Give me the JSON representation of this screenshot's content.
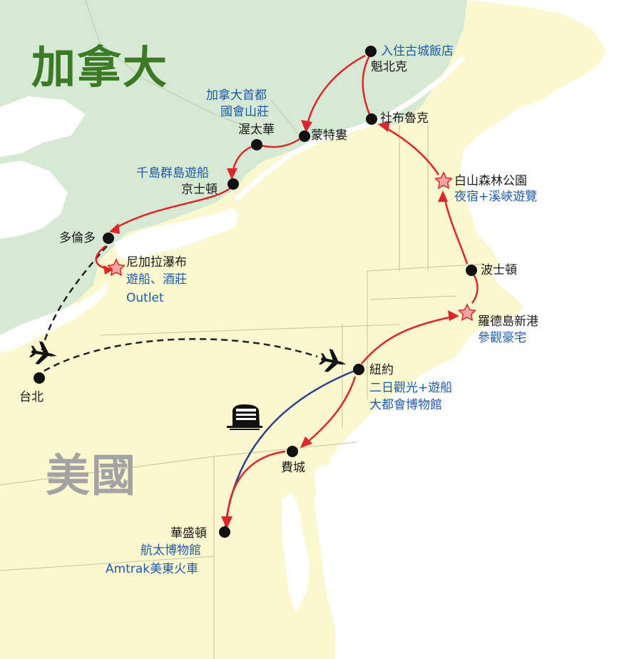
{
  "countries": {
    "canada": "加拿大",
    "usa": "美國"
  },
  "stops": {
    "quebec": {
      "name": "魁北克",
      "note": "入住古城飯店"
    },
    "sherbrooke": {
      "name": "社布魯克"
    },
    "white_mountain": {
      "name": "白山森林公園",
      "note": "夜宿+溪峽遊覽"
    },
    "ottawa": {
      "name": "渥太華",
      "note_line1": "加拿大首都",
      "note_line2": "國會山莊"
    },
    "montreal": {
      "name": "蒙特婁"
    },
    "kingston": {
      "name": "京士頓",
      "note": "千島群島遊船"
    },
    "toronto": {
      "name": "多倫多"
    },
    "niagara": {
      "name": "尼加拉瀑布",
      "note_line1": "遊船、酒莊",
      "note_line2": "Outlet"
    },
    "boston": {
      "name": "波士頓"
    },
    "newport": {
      "name": "羅德島新港",
      "note": "參觀豪宅"
    },
    "new_york": {
      "name": "紐約",
      "note_line1": "二日觀光+遊船",
      "note_line2": "大都會博物館"
    },
    "philadelphia": {
      "name": "費城"
    },
    "washington": {
      "name": "華盛頓",
      "note_line1": "航太博物館",
      "note_line2": "Amtrak美東火車"
    },
    "taipei": {
      "name": "台北"
    }
  },
  "colors": {
    "canada_land": "#d6ead3",
    "usa_land": "#fbf7cf",
    "water": "#ffffff",
    "route_red": "#e0242a",
    "train_route": "#2b3f8f",
    "flight_path": "#222222",
    "label_blue": "#1f5aa8",
    "canada_text": "#3d7a28",
    "usa_text": "#a3a3a3"
  },
  "icons": [
    "airplane-icon",
    "train-icon",
    "star-icon",
    "city-dot-icon"
  ]
}
